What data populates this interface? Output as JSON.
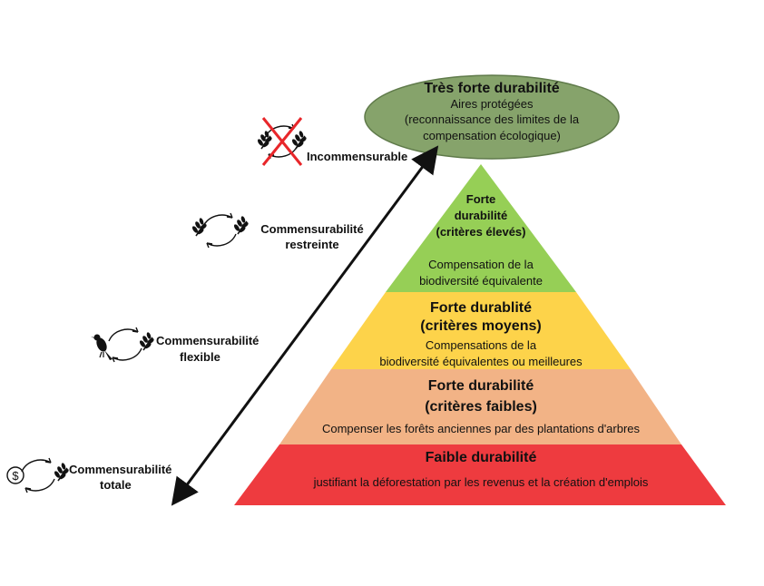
{
  "colors": {
    "top_ellipse": "#86a36b",
    "tier_light_green": "#96cf56",
    "tier_yellow": "#fdd34a",
    "tier_salmon": "#f2b386",
    "tier_red": "#ee3b3f",
    "arrow": "#111111",
    "cross": "#e8262a"
  },
  "top": {
    "title": "Très forte durabilité",
    "line1": "Aires protégées",
    "line2": "(reconnaissance des limites de la",
    "line3": "compensation écologique)"
  },
  "tiers": [
    {
      "title1": "Forte",
      "title2": "durabilité",
      "title3": "(critères élevés)",
      "desc1": "Compensation de la",
      "desc2": "biodiversité équivalente"
    },
    {
      "title1": "Forte durablité",
      "title2": "(critères moyens)",
      "desc1": "Compensations de la",
      "desc2": "biodiversité équivalentes ou meilleures"
    },
    {
      "title1": "Forte durabilité",
      "title2": "(critères faibles)",
      "desc1": "Compenser les forêts anciennes par des plantations d'arbres"
    },
    {
      "title1": "Faible durabilité",
      "desc1": "justifiant la déforestation par les revenus et la création d'emplois"
    }
  ],
  "labels": {
    "incommensurable": "Incommensurable",
    "restreinte1": "Commensurabilité",
    "restreinte2": "restreinte",
    "flexible1": "Commensurabilité",
    "flexible2": "flexible",
    "totale1": "Commensurabilité",
    "totale2": "totale"
  },
  "icons": [
    "leaf-icon",
    "bird-icon",
    "dollar-icon",
    "cycle-arrows-icon",
    "red-cross-icon"
  ]
}
